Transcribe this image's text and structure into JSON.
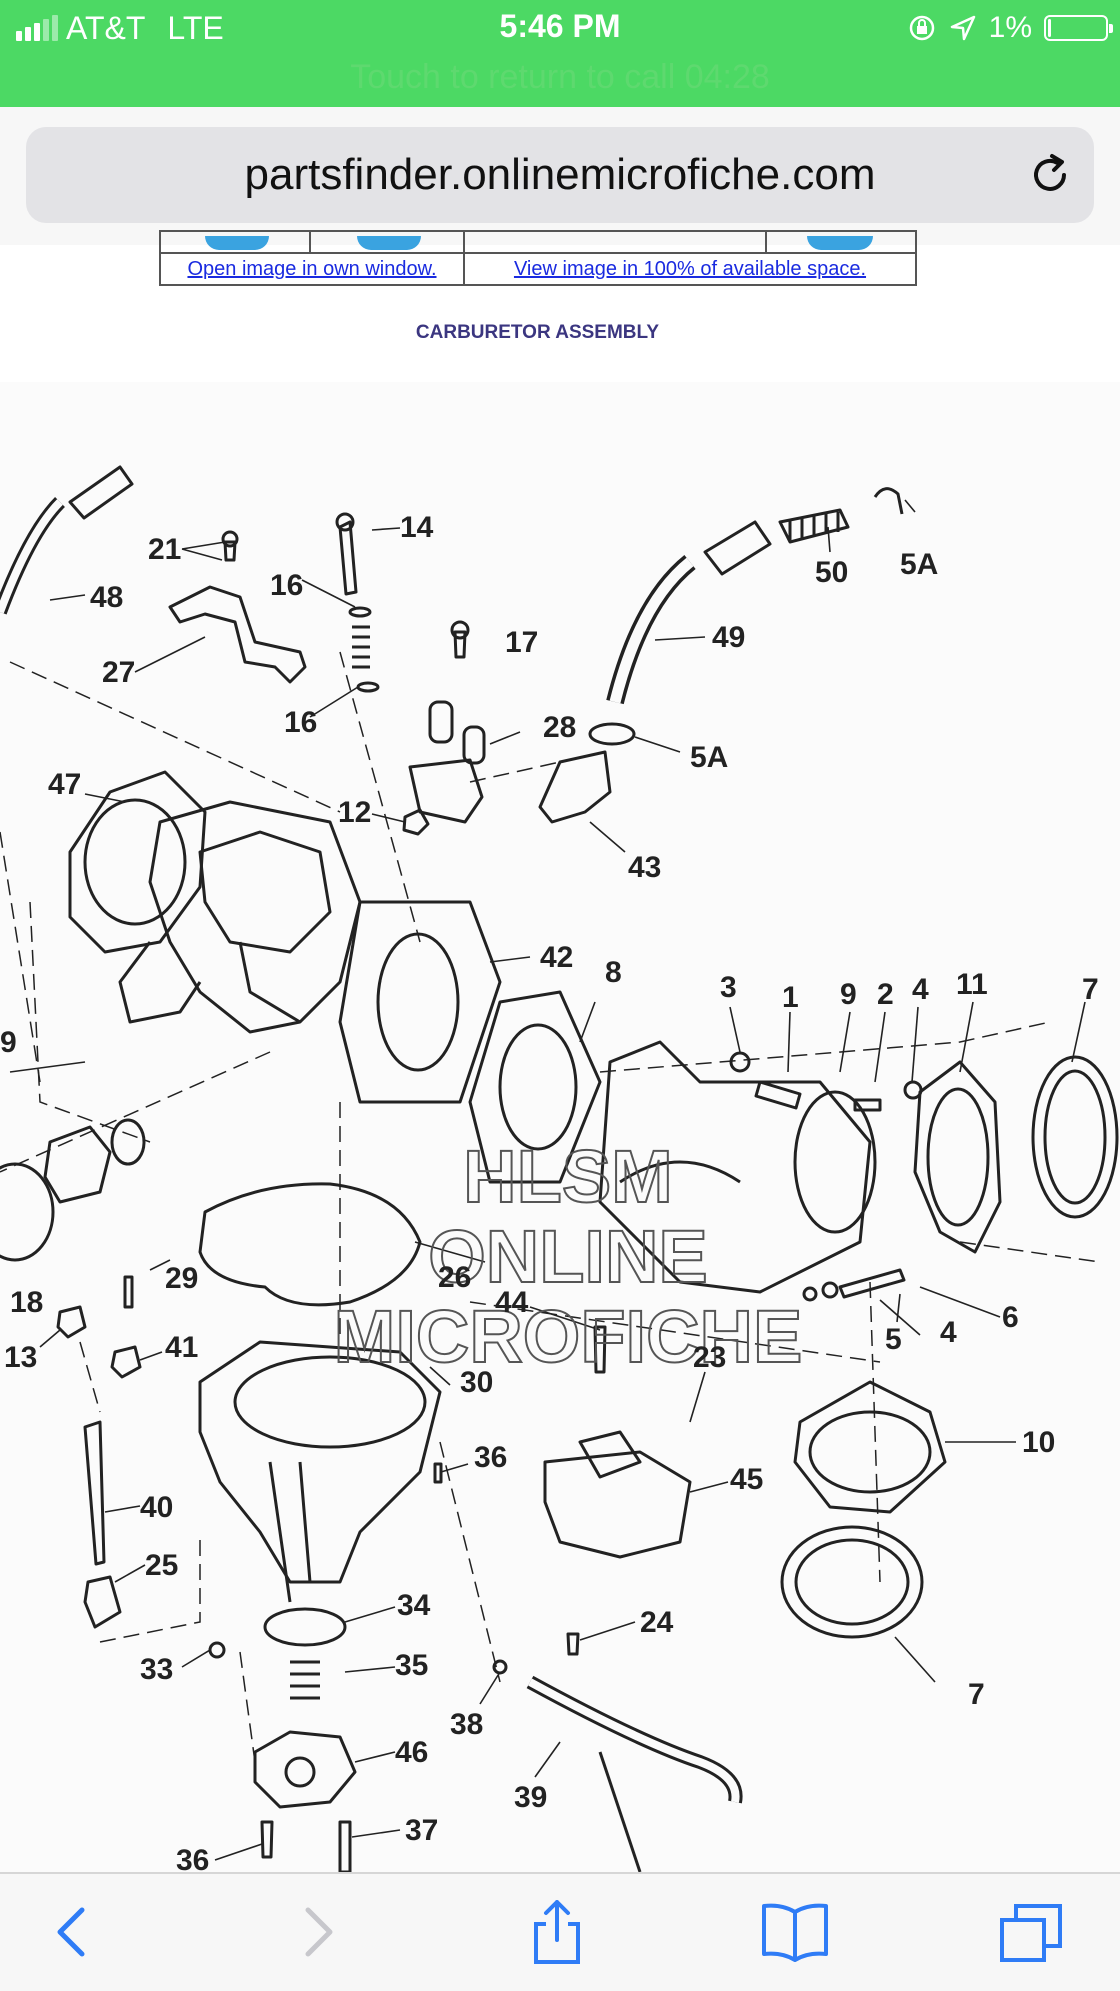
{
  "status_bar": {
    "carrier": "AT&T",
    "network": "LTE",
    "time": "5:46 PM",
    "battery_percent": "1%",
    "call_banner": "Touch to return to call 04:28"
  },
  "browser": {
    "url": "partsfinder.onlinemicrofiche.com"
  },
  "page": {
    "open_window_link": "Open image in own window.",
    "view_full_link": "View image in 100% of available space.",
    "diagram_title": "CARBURETOR ASSEMBLY",
    "watermark": [
      "HLSM",
      "ONLINE",
      "MICROFICHE"
    ],
    "part_labels": [
      "21",
      "14",
      "16",
      "17",
      "16",
      "27",
      "48",
      "12",
      "28",
      "47",
      "42",
      "8",
      "9",
      "3",
      "1",
      "9",
      "2",
      "4",
      "11",
      "7",
      "18",
      "29",
      "26",
      "44",
      "13",
      "41",
      "30",
      "5",
      "4",
      "6",
      "23",
      "10",
      "36",
      "45",
      "40",
      "25",
      "34",
      "33",
      "35",
      "38",
      "24",
      "7",
      "46",
      "39",
      "37",
      "36",
      "50",
      "5A",
      "49",
      "5A",
      "43"
    ]
  },
  "toolbar": {
    "icons": [
      "back-icon",
      "forward-icon",
      "share-icon",
      "bookmarks-icon",
      "tabs-icon"
    ]
  },
  "colors": {
    "status_green": "#4cd964",
    "link_blue": "#1a2be0",
    "title_purple": "#3b3680",
    "ios_blue": "#2f7cf6"
  }
}
